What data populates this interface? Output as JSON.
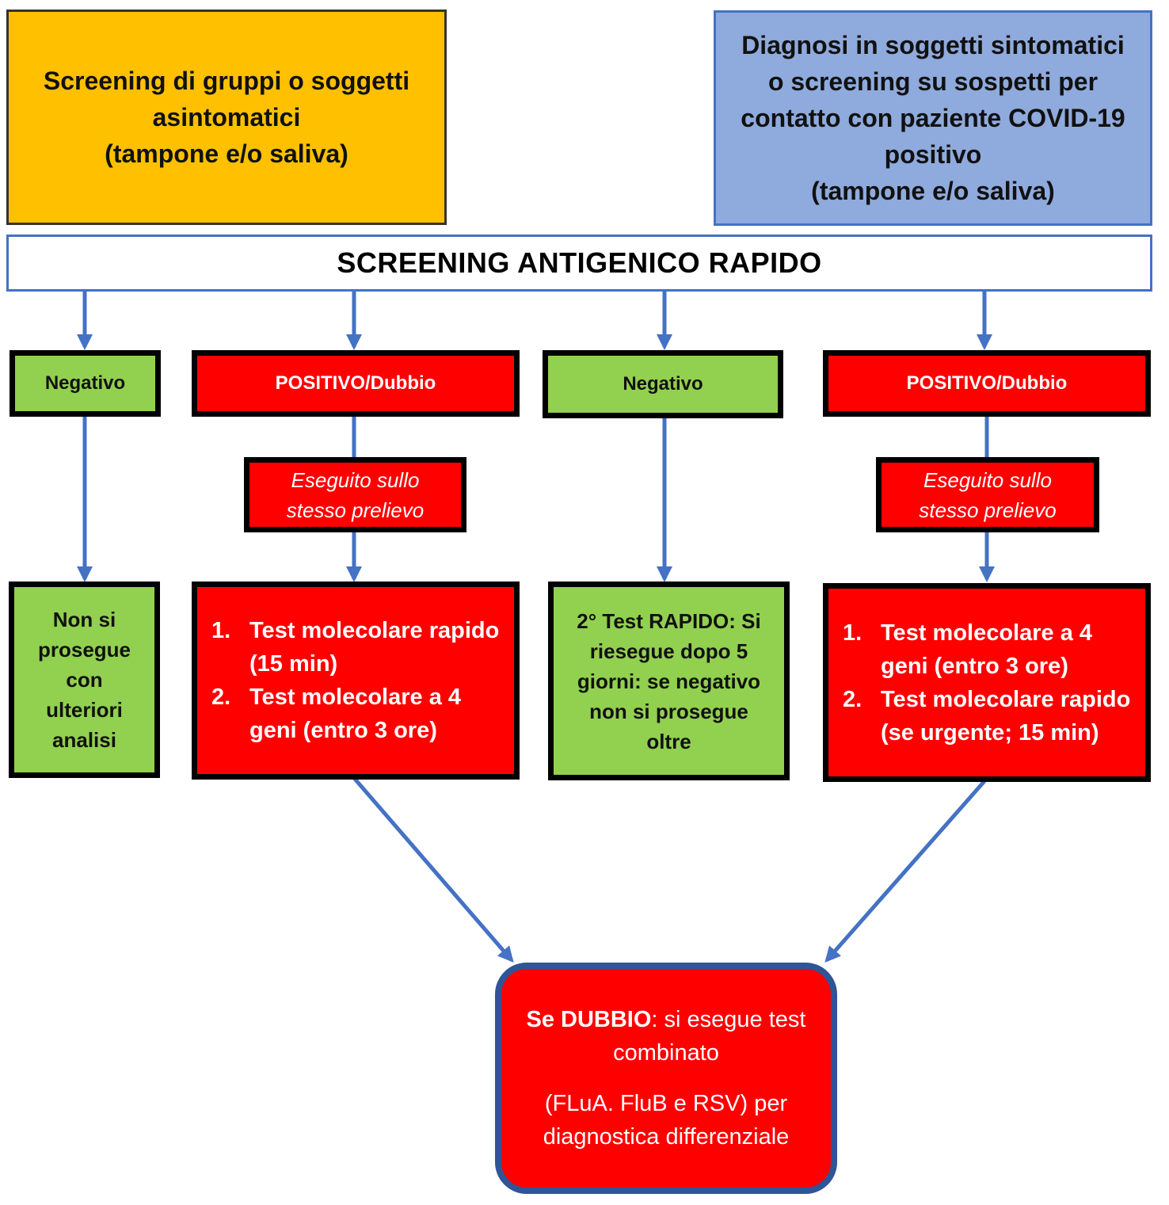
{
  "colors": {
    "yellow": "#ffc000",
    "light_blue": "#8faadc",
    "arrow_blue": "#4472c4",
    "green": "#92d050",
    "red": "#ff0000",
    "dark_blue": "#2f5597"
  },
  "top_left": {
    "line1": "Screening di gruppi o soggetti",
    "line2": "asintomatici",
    "line3": "(tampone e/o saliva)"
  },
  "top_right": {
    "line1": "Diagnosi in soggetti sintomatici",
    "line2": "o screening su sospetti per",
    "line3": "contatto con paziente COVID-19",
    "line4": "positivo",
    "line5": "(tampone e/o saliva)"
  },
  "banner": {
    "label": "SCREENING ANTIGENICO RAPIDO"
  },
  "branch1": {
    "result": "Negativo",
    "outcome": [
      "Non si",
      "prosegue",
      "con",
      "ulteriori",
      "analisi"
    ]
  },
  "branch2": {
    "result": "POSITIVO/Dubbio",
    "note": [
      "Eseguito sullo",
      "stesso prelievo"
    ],
    "steps": [
      {
        "num": "1.",
        "lines": [
          "Test molecolare rapido",
          "(15 min)"
        ]
      },
      {
        "num": "2.",
        "lines": [
          "Test molecolare a 4",
          "geni (entro 3 ore)"
        ]
      }
    ]
  },
  "branch3": {
    "result": "Negativo",
    "outcome": [
      "2° Test RAPIDO: Si",
      "riesegue dopo 5",
      "giorni: se negativo",
      "non si prosegue",
      "oltre"
    ]
  },
  "branch4": {
    "result": "POSITIVO/Dubbio",
    "note": [
      "Eseguito sullo",
      "stesso prelievo"
    ],
    "steps": [
      {
        "num": "1.",
        "lines": [
          "Test molecolare a 4",
          "geni (entro 3 ore)"
        ]
      },
      {
        "num": "2.",
        "lines": [
          "Test molecolare rapido",
          "(se urgente; 15 min)"
        ]
      }
    ]
  },
  "final": {
    "bold": "Se DUBBIO",
    "line1_rest": ": si esegue test",
    "line2": "combinato",
    "line3": "(FLuA. FluB e RSV) per",
    "line4": "diagnostica differenziale"
  }
}
